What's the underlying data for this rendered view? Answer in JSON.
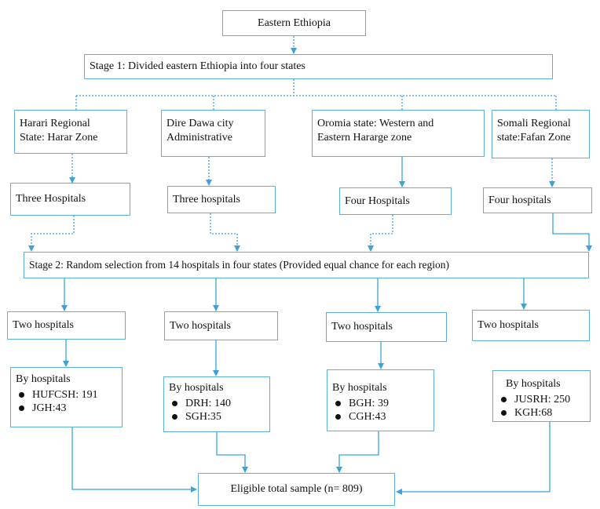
{
  "top": {
    "title": "Eastern Ethiopia"
  },
  "stage1": {
    "text": "Stage 1: Divided eastern Ethiopia into four states"
  },
  "states": [
    {
      "line1": "Harari Regional",
      "line2": "State: Harar Zone"
    },
    {
      "line1": "Dire Dawa city",
      "line2": "Administrative"
    },
    {
      "line1": "Oromia state: Western and",
      "line2": "Eastern Hararge zone"
    },
    {
      "line1": "Somali Regional",
      "line2": "state:Fafan Zone"
    }
  ],
  "hospital_counts": [
    "Three Hospitals",
    "Three hospitals",
    "Four Hospitals",
    "Four hospitals"
  ],
  "stage2": {
    "text": "Stage 2: Random selection from 14 hospitals in four states (Provided equal chance for each region)"
  },
  "selected": [
    "Two hospitals",
    "Two hospitals",
    "Two hospitals",
    "Two hospitals"
  ],
  "by_hospitals": [
    {
      "title": "By hospitals",
      "items": [
        "HUFCSH: 191",
        "JGH:43"
      ]
    },
    {
      "title": "By hospitals",
      "items": [
        "DRH: 140",
        "SGH:35"
      ]
    },
    {
      "title": "By hospitals",
      "items": [
        "BGH: 39",
        "CGH:43"
      ]
    },
    {
      "title": "By hospitals",
      "items": [
        "JUSRH: 250",
        "KGH:68"
      ]
    }
  ],
  "total": {
    "text": "Eligible total sample (n= 809)"
  },
  "colors": {
    "border": "#5fb0d6",
    "arrow": "#3aa3dc",
    "text": "#111111"
  }
}
